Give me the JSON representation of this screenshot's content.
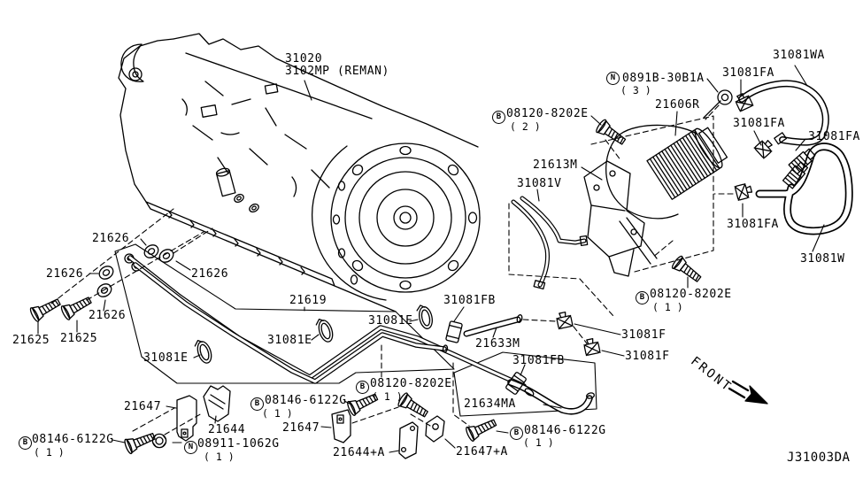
{
  "diagram": {
    "code": "J31003DA",
    "front": "FRONT",
    "colors": {
      "ink": "#000000",
      "paper": "#ffffff"
    },
    "glyphs": {
      "bolt_prefix": "B",
      "nut_prefix": "N"
    },
    "qty": {
      "q1": "( 1 )",
      "q2": "( 2 )",
      "q3": "( 3 )"
    },
    "labels": {
      "main_top": "31020",
      "main_bottom": "3102MP (REMAN)",
      "nut_top": "0891B-30B1A",
      "fa": "31081FA",
      "wa": "31081WA",
      "w": "31081W",
      "v": "31081V",
      "e": "31081E",
      "f": "31081F",
      "fb": "31081FB",
      "p21606": "21606R",
      "p21613": "21613M",
      "p21619": "21619",
      "p21625": "21625",
      "p21626": "21626",
      "p21633": "21633M",
      "p21634": "21634MA",
      "p21644": "21644",
      "p21644a": "21644+A",
      "p21647": "21647",
      "p21647a": "21647+A",
      "b8202": "08120-8202E",
      "b6122": "08146-6122G",
      "n08911": "08911-1062G"
    }
  }
}
